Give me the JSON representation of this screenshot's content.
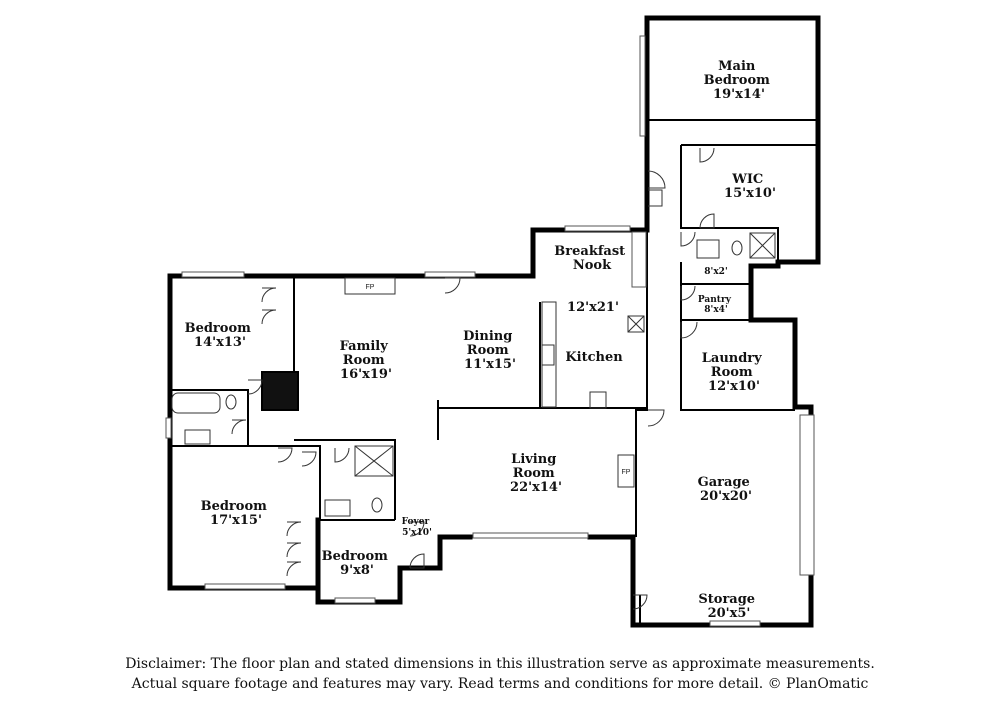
{
  "rooms": [
    {
      "name": "Main\nBedroom",
      "size": "19'x14'"
    },
    {
      "name": "WIC",
      "size": "15'x10'"
    },
    {
      "name": "Breakfast\nNook",
      "size": "12'x21'"
    },
    {
      "name": "Kitchen",
      "size": ""
    },
    {
      "name": "Bedroom",
      "size": "14'x13'"
    },
    {
      "name": "Family\nRoom",
      "size": "16'x19'"
    },
    {
      "name": "Dining\nRoom",
      "size": "11'x15'"
    },
    {
      "name": "Laundry\nRoom",
      "size": "12'x10'"
    },
    {
      "name": "Pantry",
      "size": "8'x4'"
    },
    {
      "name": "",
      "size": "8'x2'"
    },
    {
      "name": "Living\nRoom",
      "size": "22'x14'"
    },
    {
      "name": "Garage",
      "size": "20'x20'"
    },
    {
      "name": "Bedroom",
      "size": "17'x15'"
    },
    {
      "name": "Foyer",
      "size": "5'x10'"
    },
    {
      "name": "Bedroom",
      "size": "9'x8'"
    },
    {
      "name": "Storage",
      "size": "20'x5'"
    }
  ],
  "fireplace_labels": [
    "FP",
    "FP"
  ],
  "disclaimer": {
    "line1": "Disclaimer: The floor plan and stated dimensions in this illustration serve as approximate measurements.",
    "line2": "Actual square footage and features may vary. Read terms and conditions for more detail. © PlanOmatic"
  }
}
